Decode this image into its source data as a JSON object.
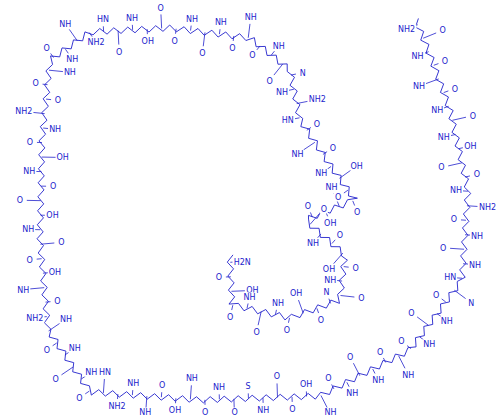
{
  "diagram": {
    "labels": [
      "H2N",
      "O",
      "OH",
      "O",
      "NH",
      "O",
      "NH",
      "O",
      "OH",
      "O",
      "N",
      "O",
      "NH",
      "O",
      "OH",
      "O",
      "NH",
      "O",
      "O",
      "OH",
      "NH",
      "O",
      "O",
      "OH",
      "NH",
      "O",
      "NH",
      "O",
      "HN",
      "NH2",
      "NH",
      "N",
      "O",
      "NH",
      "O",
      "NH",
      "O",
      "NH",
      "O",
      "NH",
      "O",
      "O",
      "OH",
      "NH",
      "O",
      "HN",
      "NH2",
      "NH",
      "NH",
      "O",
      "NH",
      "O",
      "O",
      "NH2",
      "NH",
      "O",
      "OH",
      "NH",
      "O",
      "O",
      "OH",
      "NH",
      "O",
      "O",
      "OH",
      "NH",
      "O",
      "NH2",
      "NH",
      "O",
      "NH",
      "O",
      "NH",
      "O",
      "HN",
      "NH2",
      "NH",
      "NH",
      "O",
      "OH",
      "NH",
      "O",
      "NH",
      "O",
      "S",
      "NH",
      "O",
      "O",
      "OH",
      "NH",
      "O",
      "NH",
      "O",
      "NH",
      "O",
      "NH",
      "O",
      "NH",
      "O",
      "NH",
      "O",
      "N",
      "HN",
      "NH",
      "O",
      "NH",
      "O",
      "NH2",
      "NH",
      "O",
      "O",
      "OH",
      "NH",
      "O",
      "NH",
      "O",
      "NH",
      "O",
      "NH",
      "O",
      "NH2"
    ]
  }
}
